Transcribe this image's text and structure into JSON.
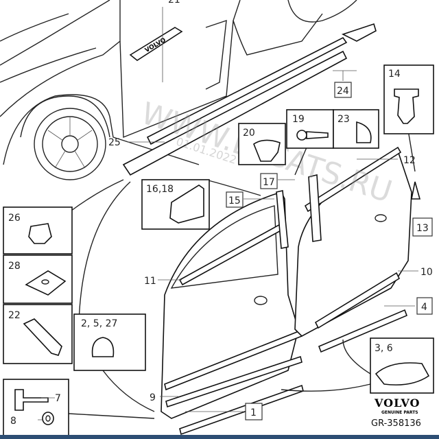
{
  "diagram": {
    "callouts": {
      "c21": "21",
      "c24": "24",
      "c14": "14",
      "c25": "25",
      "c20": "20",
      "c19": "19",
      "c23": "23",
      "c12": "12",
      "c17": "17",
      "c16_18": "16,18",
      "c15": "15",
      "c13": "13",
      "c26": "26",
      "c28": "28",
      "c22": "22",
      "c11": "11",
      "c10": "10",
      "c4": "4",
      "c2_5_27": "2, 5, 27",
      "c3_6": "3, 6",
      "c7": "7",
      "c8": "8",
      "c9": "9",
      "c1": "1"
    },
    "sill_badge": "VOLVO",
    "watermark": "WWW.ELCATS.RU",
    "watermark_date": "01.01.2022"
  },
  "branding": {
    "logo": "VOLVO",
    "logo_sub": "GENUINE PARTS",
    "ref": "GR-358136"
  },
  "colors": {
    "bottom_bar": "#2d4e74"
  }
}
